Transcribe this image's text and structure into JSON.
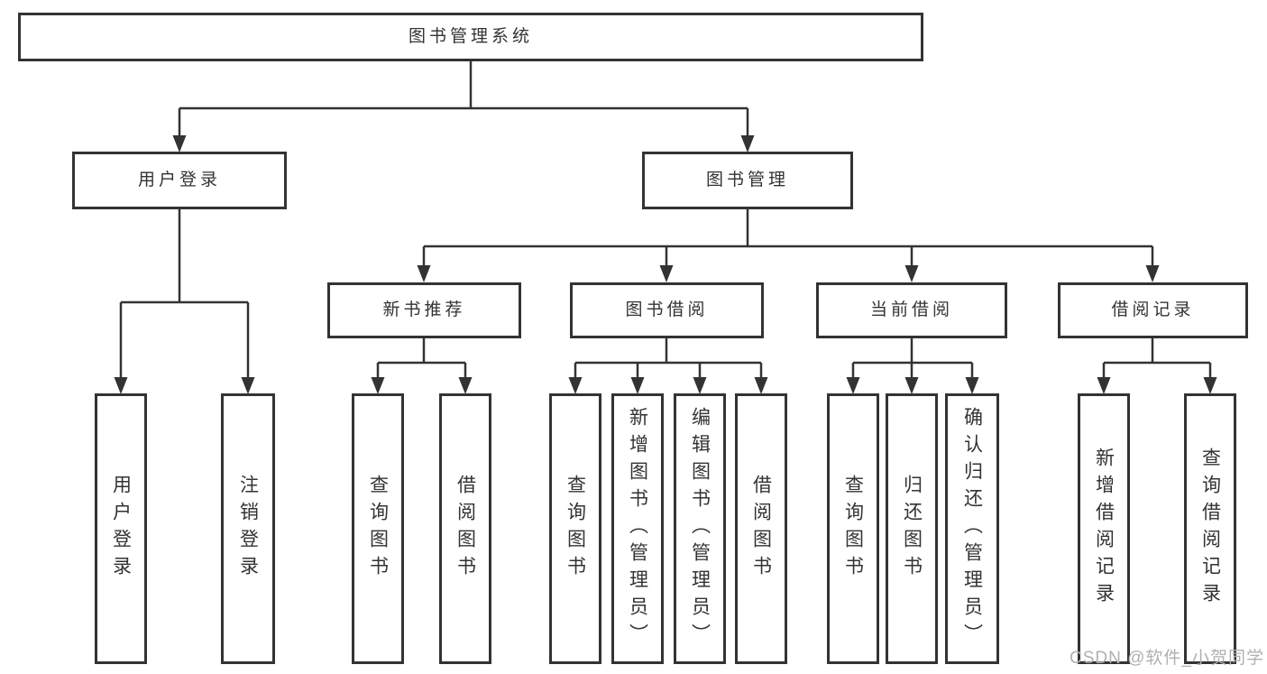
{
  "diagram": {
    "root": {
      "label": "图书管理系统"
    },
    "level2": [
      {
        "id": "user-login",
        "label": "用户登录"
      },
      {
        "id": "book-management",
        "label": "图书管理"
      }
    ],
    "level3": [
      {
        "id": "new-book-recommend",
        "label": "新书推荐"
      },
      {
        "id": "book-borrow",
        "label": "图书借阅"
      },
      {
        "id": "current-borrow",
        "label": "当前借阅"
      },
      {
        "id": "borrow-records",
        "label": "借阅记录"
      }
    ],
    "leaves": [
      {
        "group": "user-login",
        "label": "用户登录"
      },
      {
        "group": "user-login",
        "label": "注销登录"
      },
      {
        "group": "new-book-recommend",
        "label": "查询图书"
      },
      {
        "group": "new-book-recommend",
        "label": "借阅图书"
      },
      {
        "group": "book-borrow",
        "label": "查询图书"
      },
      {
        "group": "book-borrow",
        "label": "新增图书（管理员）"
      },
      {
        "group": "book-borrow",
        "label": "编辑图书（管理员）"
      },
      {
        "group": "book-borrow",
        "label": "借阅图书"
      },
      {
        "group": "current-borrow",
        "label": "查询图书"
      },
      {
        "group": "current-borrow",
        "label": "归还图书"
      },
      {
        "group": "current-borrow",
        "label": "确认归还（管理员）"
      },
      {
        "group": "borrow-records",
        "label": "新增借阅记录"
      },
      {
        "group": "borrow-records",
        "label": "查询借阅记录"
      }
    ]
  },
  "watermark": {
    "text": "CSDN @软件_小贺同学"
  },
  "colors": {
    "line": "#333333",
    "box_border": "#333333",
    "text": "#333333",
    "watermark": "#b0b0b0",
    "background": "#ffffff"
  }
}
